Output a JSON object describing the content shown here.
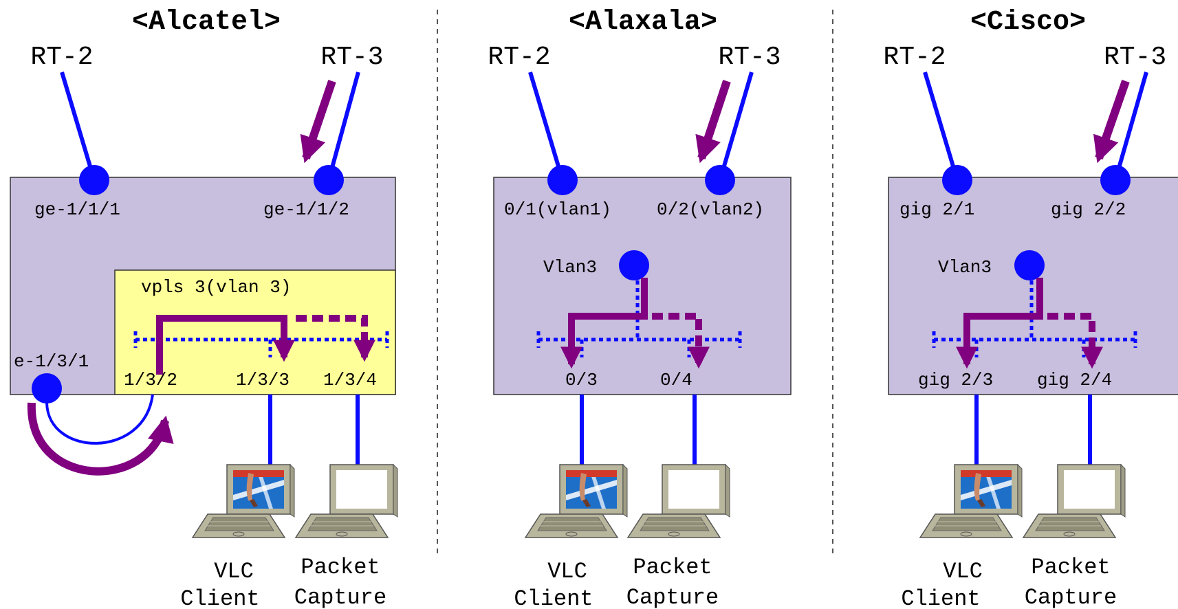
{
  "colors": {
    "link": "#0b0bff",
    "flow": "#800080",
    "switch_fill": "#c8bedd",
    "vpls_fill": "#ffff99",
    "divider": "#555555"
  },
  "panels": [
    {
      "title": "<Alcatel>",
      "rt_left": "RT-2",
      "rt_right": "RT-3",
      "port_left": "ge-1/1/1",
      "port_right": "ge-1/1/2",
      "vpls_label": "vpls 3(vlan 3)",
      "loop_port": "e-1/3/1",
      "ports_bottom": [
        "1/3/2",
        "1/3/3",
        "1/3/4"
      ],
      "client_caption": [
        "VLC",
        "Client"
      ],
      "capture_caption": [
        "Packet",
        "Capture"
      ]
    },
    {
      "title": "<Alaxala>",
      "rt_left": "RT-2",
      "rt_right": "RT-3",
      "port_left": "0/1(vlan1)",
      "port_right": "0/2(vlan2)",
      "vlan_label": "Vlan3",
      "ports_bottom": [
        "0/3",
        "0/4"
      ],
      "client_caption": [
        "VLC",
        "Client"
      ],
      "capture_caption": [
        "Packet",
        "Capture"
      ]
    },
    {
      "title": "<Cisco>",
      "rt_left": "RT-2",
      "rt_right": "RT-3",
      "port_left": "gig 2/1",
      "port_right": "gig 2/2",
      "vlan_label": "Vlan3",
      "ports_bottom": [
        "gig 2/3",
        "gig 2/4"
      ],
      "client_caption": [
        "VLC",
        "Client"
      ],
      "capture_caption": [
        "Packet",
        "Capture"
      ]
    }
  ]
}
